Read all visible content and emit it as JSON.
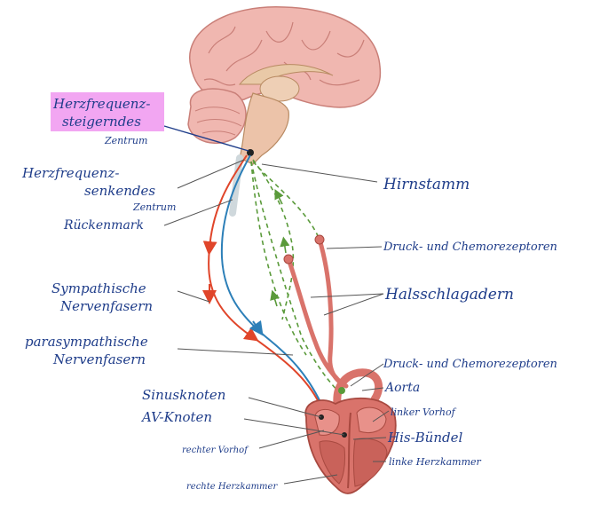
{
  "labels": {
    "steigerndes_line1": "Herzfrequenz-",
    "steigerndes_line2": "steigerndes",
    "steigerndes_line3": "Zentrum",
    "senkendes_line1": "Herzfrequenz-",
    "senkendes_line2": "senkendes",
    "senkendes_line3": "Zentrum",
    "rueckenmark": "Rückenmark",
    "hirnstamm": "Hirnstamm",
    "druck_chemo_top": "Druck- und Chemorezeptoren",
    "halsschlagadern": "Halsschlagadern",
    "sympathische_line1": "Sympathische",
    "sympathische_line2": "Nervenfasern",
    "parasympathische_line1": "parasympathische",
    "parasympathische_line2": "Nervenfasern",
    "druck_chemo_bottom": "Druck- und Chemorezeptoren",
    "aorta": "Aorta",
    "sinusknoten": "Sinusknoten",
    "av_knoten": "AV-Knoten",
    "linker_vorhof": "linker Vorhof",
    "his_buendel": "His-Bündel",
    "linke_herzkammer": "linke Herzkammer",
    "rechter_vorhof": "rechter Vorhof",
    "rechte_herzkammer": "rechte Herzkammer"
  },
  "colors": {
    "brain": "#f0b7b0",
    "brain_dark": "#c97f78",
    "sympathetic": "#e0452a",
    "parasympathetic": "#2c7fb8",
    "afferent": "#5a9a3a",
    "heart": "#d9736b",
    "heart_dark": "#a84940",
    "highlight": "#f2a6f2",
    "label_ink": "#1f3d8a"
  }
}
